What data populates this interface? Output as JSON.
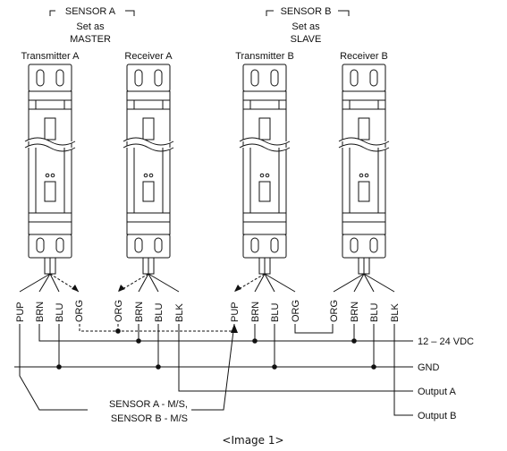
{
  "sensors": [
    {
      "title": "SENSOR A",
      "role_line1": "Set as",
      "role_line2": "MASTER"
    },
    {
      "title": "SENSOR B",
      "role_line1": "Set as",
      "role_line2": "SLAVE"
    }
  ],
  "devices": [
    "Transmitter A",
    "Receiver A",
    "Transmitter B",
    "Receiver B"
  ],
  "wire_groups": [
    [
      "PUP",
      "BRN",
      "BLU",
      "ORG"
    ],
    [
      "ORG",
      "BRN",
      "BLU",
      "BLK"
    ],
    [
      "PUP",
      "BRN",
      "BLU",
      "ORG"
    ],
    [
      "ORG",
      "BRN",
      "BLU",
      "BLK"
    ]
  ],
  "rails": {
    "supply": "12 – 24 VDC",
    "ground": "GND",
    "output_a": "Output A",
    "output_b": "Output B"
  },
  "ms_label_line1": "SENSOR A - M/S,",
  "ms_label_line2": "SENSOR B - M/S",
  "caption": "<Image 1>"
}
